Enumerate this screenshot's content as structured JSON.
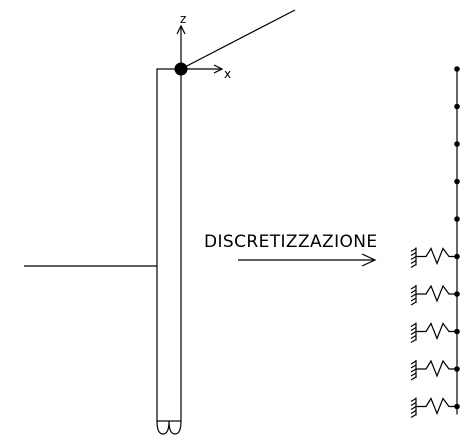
{
  "axes": {
    "z_label": "z",
    "x_label": "x"
  },
  "discretization": {
    "label": "DISCRETIZZAZIONE"
  },
  "model": {
    "free_nodes": 5,
    "spring_supports": 5
  }
}
